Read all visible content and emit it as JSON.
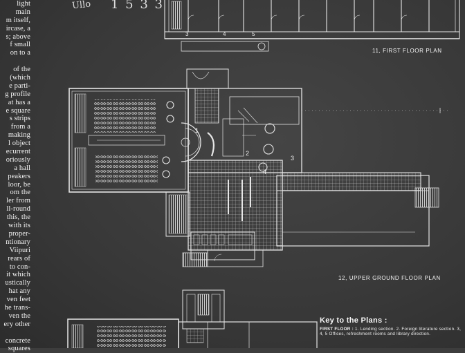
{
  "body_text": [
    "light",
    "main",
    "m itself,",
    "ircase, a",
    "s; above",
    "f small",
    "on to a",
    "",
    "of the",
    "(which",
    "e parti-",
    "g profile",
    "at has a",
    "e square",
    "s strips",
    "from a",
    "making",
    "l object",
    "ecurrent",
    "oriously",
    "a hall",
    "peakers",
    "loor, be",
    "om the",
    "ler from",
    "ll-round",
    "this, the",
    "with its",
    "proper-",
    "ntionary",
    "Viipuri",
    "rears of",
    "to con-",
    "it which",
    "ustically",
    "hat any",
    "ven feet",
    "he trans-",
    "ven the",
    "ery other",
    "",
    "concrete",
    "squares"
  ],
  "handwriting": {
    "small": "Ullo",
    "large": "1 5 3 3"
  },
  "plans": {
    "first_floor_caption": "11, FIRST FLOOR PLAN",
    "upper_ground_caption": "12, UPPER GROUND FLOOR PLAN",
    "room_numbers_first": [
      "3",
      "4",
      "5"
    ],
    "room_numbers_upper": [
      "1",
      "2",
      "3",
      "4"
    ]
  },
  "key": {
    "title": "Key to the Plans :",
    "first_floor_label": "FIRST FLOOR :",
    "first_floor_text": "1. Lending section. 2. Foreign literature section. 3, 4, 5 Offices, refreshment rooms and library direction."
  }
}
